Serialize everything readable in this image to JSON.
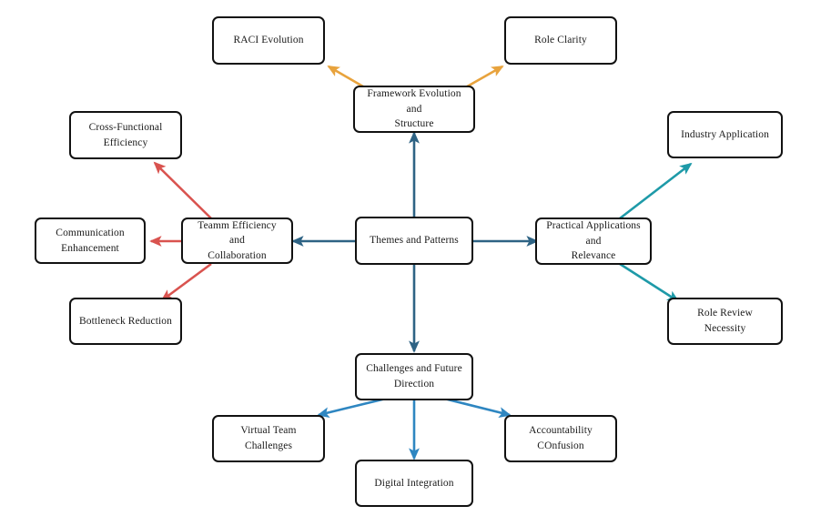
{
  "diagram": {
    "type": "mind-map",
    "title": "Themes and Patterns",
    "background_color": "#ffffff",
    "node_border_color": "#111111",
    "node_fill_color": "#ffffff",
    "branch_colors": {
      "trunk": "#2E6384",
      "framework": "#E8A33D",
      "team": "#D9534F",
      "practical": "#1E9AA8",
      "challenges": "#2E86C1"
    },
    "nodes": {
      "center": {
        "label": "Themes and Patterns"
      },
      "framework": {
        "label": "Framework Evolution and\nStructure"
      },
      "raci": {
        "label": "RACI Evolution"
      },
      "role_clarity": {
        "label": "Role Clarity"
      },
      "team": {
        "label": "Teamm Efficiency and\nCollaboration"
      },
      "cross_functional": {
        "label": "Cross-Functional\nEfficiency"
      },
      "communication": {
        "label": "Communication\nEnhancement"
      },
      "bottleneck": {
        "label": "Bottleneck Reduction"
      },
      "practical": {
        "label": "Practical Applications and\nRelevance"
      },
      "industry": {
        "label": "Industry Application"
      },
      "role_review": {
        "label": "Role Review Necessity"
      },
      "challenges": {
        "label": "Challenges and Future\nDirection"
      },
      "virtual_team": {
        "label": "Virtual Team Challenges"
      },
      "digital": {
        "label": "Digital Integration"
      },
      "accountability": {
        "label": "Accountability COnfusion"
      }
    },
    "edges": [
      {
        "from": "center",
        "to": "framework",
        "color": "#2E6384"
      },
      {
        "from": "center",
        "to": "team",
        "color": "#2E6384"
      },
      {
        "from": "center",
        "to": "practical",
        "color": "#2E6384"
      },
      {
        "from": "center",
        "to": "challenges",
        "color": "#2E6384"
      },
      {
        "from": "framework",
        "to": "raci",
        "color": "#E8A33D"
      },
      {
        "from": "framework",
        "to": "role_clarity",
        "color": "#E8A33D"
      },
      {
        "from": "team",
        "to": "cross_functional",
        "color": "#D9534F"
      },
      {
        "from": "team",
        "to": "communication",
        "color": "#D9534F"
      },
      {
        "from": "team",
        "to": "bottleneck",
        "color": "#D9534F"
      },
      {
        "from": "practical",
        "to": "industry",
        "color": "#1E9AA8"
      },
      {
        "from": "practical",
        "to": "role_review",
        "color": "#1E9AA8"
      },
      {
        "from": "challenges",
        "to": "virtual_team",
        "color": "#2E86C1"
      },
      {
        "from": "challenges",
        "to": "digital",
        "color": "#2E86C1"
      },
      {
        "from": "challenges",
        "to": "accountability",
        "color": "#2E86C1"
      }
    ]
  }
}
